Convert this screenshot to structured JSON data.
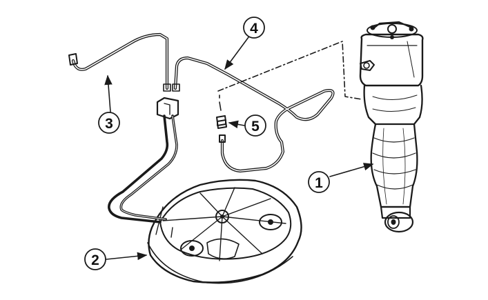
{
  "callouts": [
    {
      "id": "1",
      "label": "1"
    },
    {
      "id": "2",
      "label": "2"
    },
    {
      "id": "3",
      "label": "3"
    },
    {
      "id": "4",
      "label": "4"
    },
    {
      "id": "5",
      "label": "5"
    }
  ],
  "colors": {
    "ink": "#1a1a1a",
    "background": "#ffffff",
    "shade": "#d8d8d8"
  }
}
